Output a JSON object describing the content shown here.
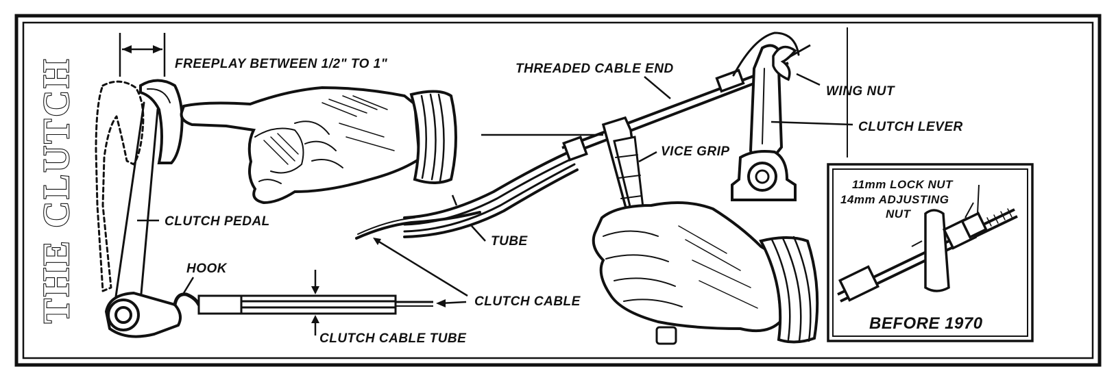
{
  "title": "THE CLUTCH",
  "labels": {
    "freeplay": "FREEPLAY BETWEEN 1/2\" TO 1\"",
    "clutch_pedal": "CLUTCH PEDAL",
    "hook": "HOOK",
    "clutch_cable_tube": "CLUTCH CABLE TUBE",
    "clutch_cable": "CLUTCH CABLE",
    "tube": "TUBE",
    "threaded_cable_end": "THREADED CABLE END",
    "wing_nut": "WING NUT",
    "clutch_lever": "CLUTCH LEVER",
    "vice_grip": "VICE GRIP"
  },
  "inset": {
    "lock_nut": "11mm LOCK NUT",
    "adjusting_nut_line1": "14mm ADJUSTING",
    "adjusting_nut_line2": "NUT",
    "caption": "BEFORE 1970"
  }
}
